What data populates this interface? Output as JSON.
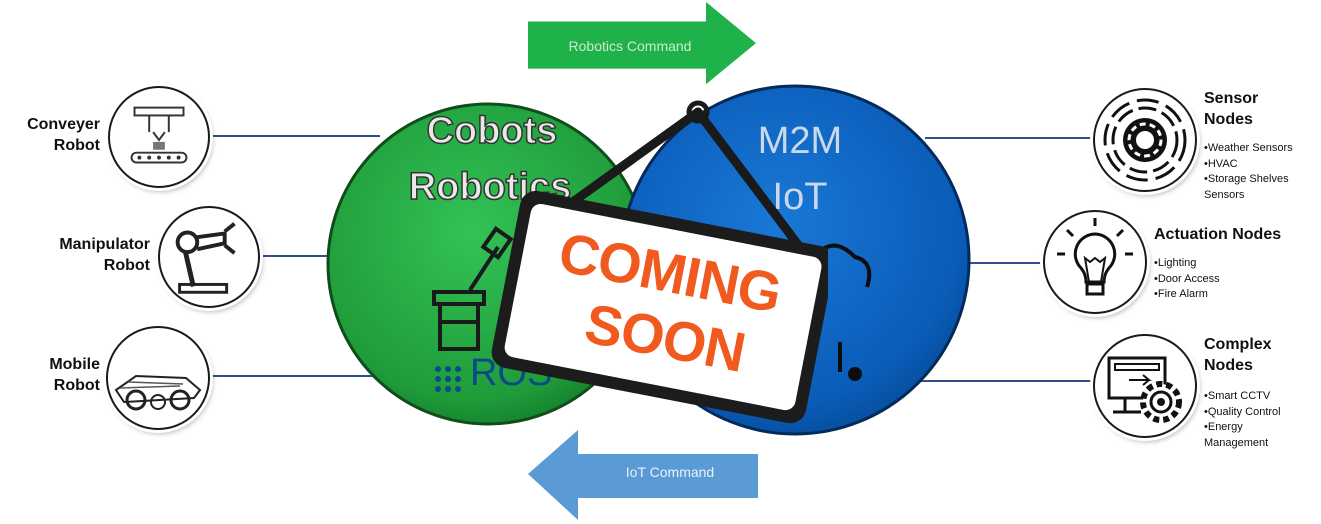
{
  "arrows": {
    "top_label": "Robotics Command",
    "bottom_label": "IoT Command"
  },
  "circles": {
    "left": {
      "line1": "Cobots",
      "line2": "Robotics",
      "logo_text": "ROS"
    },
    "right": {
      "line1": "M2M",
      "line2": "IoT"
    }
  },
  "sign": {
    "line1": "COMING",
    "line2": "SOON"
  },
  "left_nodes": [
    {
      "label_line1": "Conveyer",
      "label_line2": "Robot",
      "icon": "conveyer-robot-icon"
    },
    {
      "label_line1": "Manipulator",
      "label_line2": "Robot",
      "icon": "robot-arm-icon"
    },
    {
      "label_line1": "Mobile",
      "label_line2": "Robot",
      "icon": "mobile-robot-icon"
    }
  ],
  "right_nodes": [
    {
      "title_line1": "Sensor",
      "title_line2": "Nodes",
      "icon": "sensor-icon",
      "items": [
        "•Weather Sensors",
        "•HVAC",
        "•Storage Shelves\n  Sensors"
      ]
    },
    {
      "title_line1": "Actuation Nodes",
      "title_line2": "",
      "icon": "lightbulb-icon",
      "items": [
        "•Lighting",
        "•Door Access",
        "•Fire Alarm"
      ]
    },
    {
      "title_line1": "Complex",
      "title_line2": "Nodes",
      "icon": "computer-gear-icon",
      "items": [
        "•Smart CCTV",
        "•Quality Control",
        "•Energy\n  Management"
      ]
    }
  ],
  "colors": {
    "green": "#22a640",
    "blue": "#0b64c2",
    "arrow_green": "#1fb24a",
    "arrow_blue": "#5b9bd5",
    "sign_orange": "#f05a1e",
    "connector": "#2f4f8f"
  }
}
